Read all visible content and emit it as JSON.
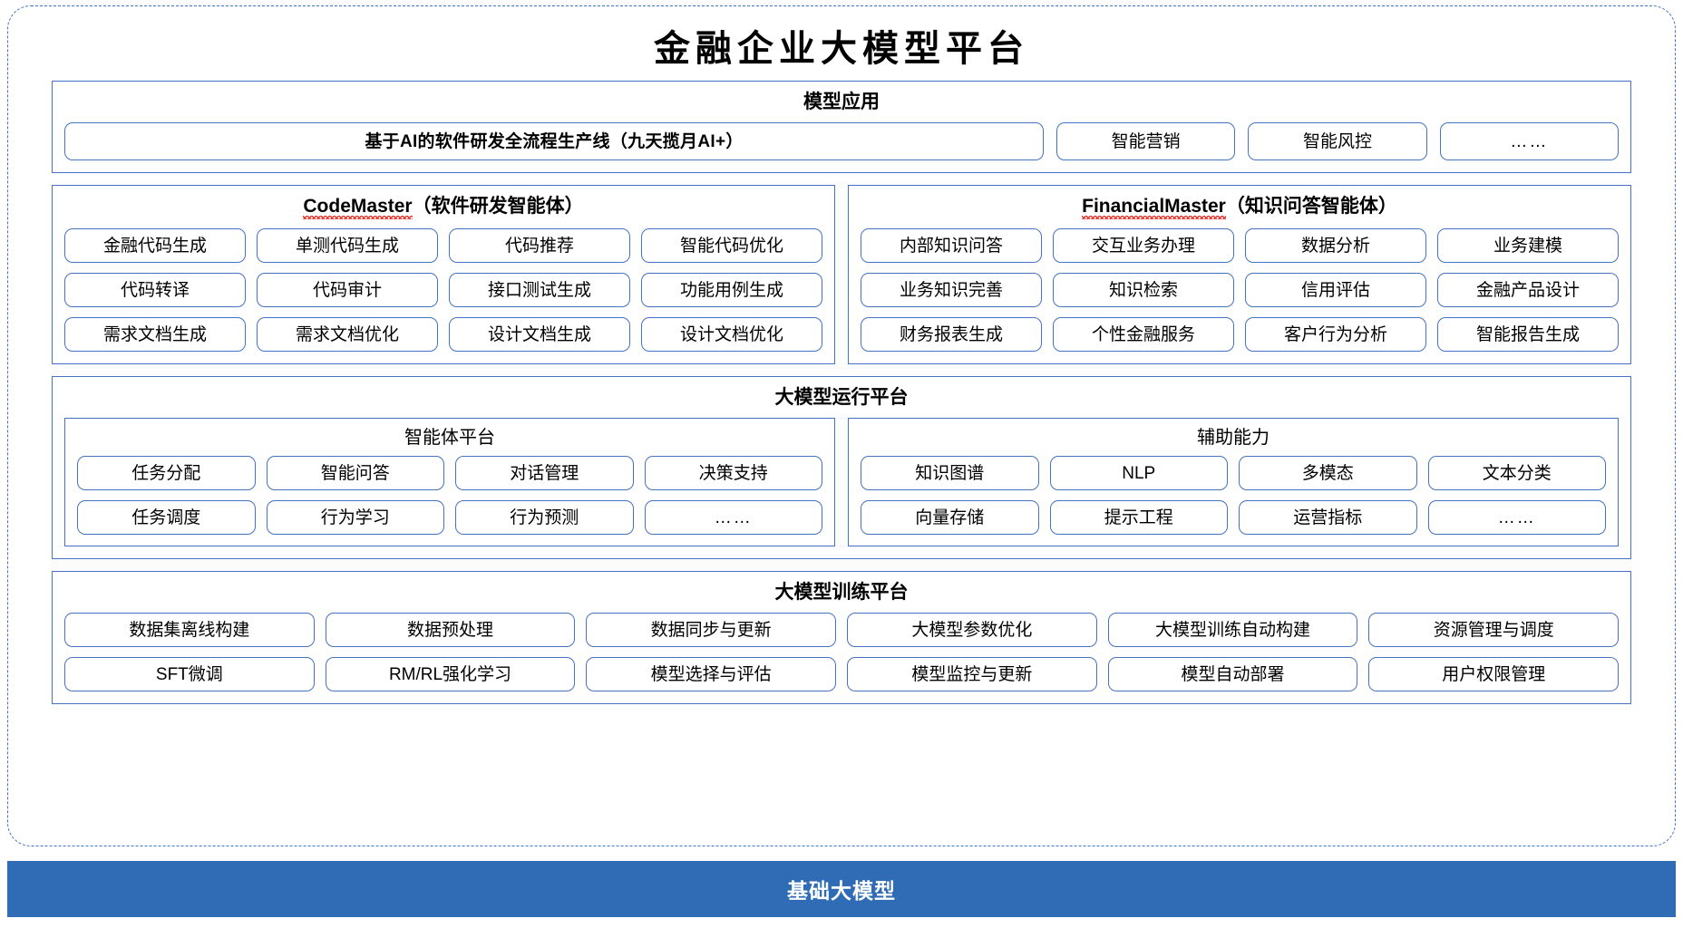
{
  "title": "金融企业大模型平台",
  "colors": {
    "accent": "#4472c4",
    "base_bar_bg": "#2f6cb5",
    "spellcheck": "#e8352b"
  },
  "model_application": {
    "title": "模型应用",
    "primary_item": "基于AI的软件研发全流程生产线（九天揽月AI+）",
    "items": [
      "智能营销",
      "智能风控",
      "……"
    ]
  },
  "code_master": {
    "title_latin": "CodeMaster",
    "title_cn": "（软件研发智能体）",
    "rows": [
      [
        "金融代码生成",
        "单测代码生成",
        "代码推荐",
        "智能代码优化"
      ],
      [
        "代码转译",
        "代码审计",
        "接口测试生成",
        "功能用例生成"
      ],
      [
        "需求文档生成",
        "需求文档优化",
        "设计文档生成",
        "设计文档优化"
      ]
    ]
  },
  "financial_master": {
    "title_latin": "FinancialMaster",
    "title_cn": "（知识问答智能体）",
    "rows": [
      [
        "内部知识问答",
        "交互业务办理",
        "数据分析",
        "业务建模"
      ],
      [
        "业务知识完善",
        "知识检索",
        "信用评估",
        "金融产品设计"
      ],
      [
        "财务报表生成",
        "个性金融服务",
        "客户行为分析",
        "智能报告生成"
      ]
    ]
  },
  "run_platform": {
    "title": "大模型运行平台",
    "agent_platform": {
      "title": "智能体平台",
      "rows": [
        [
          "任务分配",
          "智能问答",
          "对话管理",
          "决策支持"
        ],
        [
          "任务调度",
          "行为学习",
          "行为预测",
          "……"
        ]
      ]
    },
    "auxiliary": {
      "title": "辅助能力",
      "rows": [
        [
          "知识图谱",
          "NLP",
          "多模态",
          "文本分类"
        ],
        [
          "向量存储",
          "提示工程",
          "运营指标",
          "……"
        ]
      ]
    }
  },
  "train_platform": {
    "title": "大模型训练平台",
    "rows": [
      [
        "数据集离线构建",
        "数据预处理",
        "数据同步与更新",
        "大模型参数优化",
        "大模型训练自动构建",
        "资源管理与调度"
      ],
      [
        "SFT微调",
        "RM/RL强化学习",
        "模型选择与评估",
        "模型监控与更新",
        "模型自动部署",
        "用户权限管理"
      ]
    ]
  },
  "base_model": {
    "label": "基础大模型"
  }
}
